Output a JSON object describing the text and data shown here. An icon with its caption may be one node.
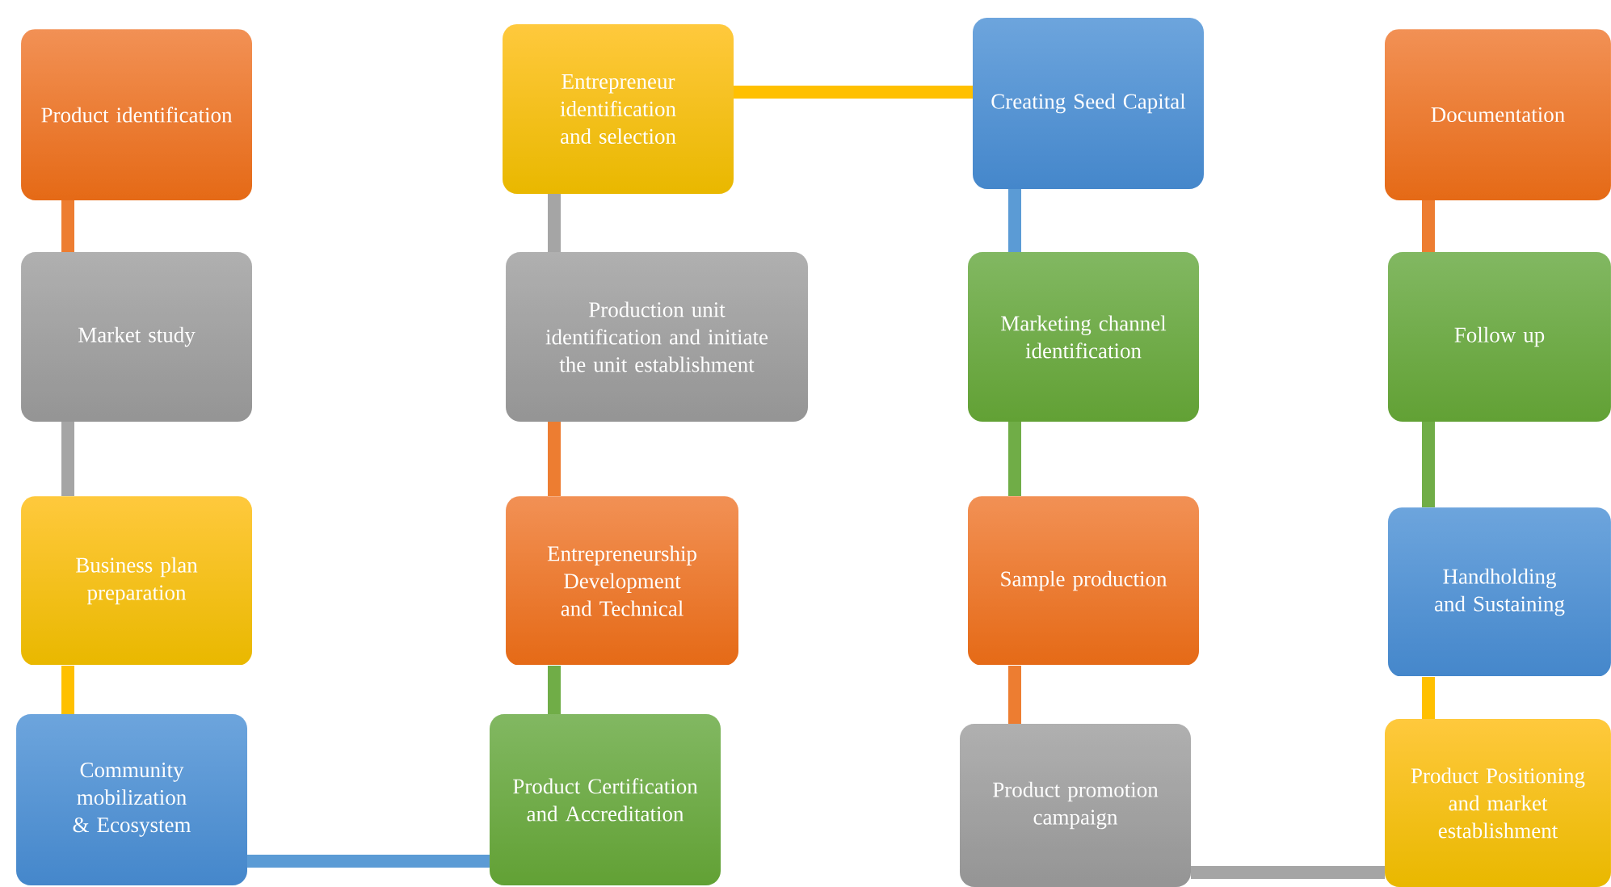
{
  "diagram": {
    "nodes": [
      {
        "text": [
          "Product identification"
        ]
      },
      {
        "text": [
          "Market study"
        ]
      },
      {
        "text": [
          "Business plan preparation"
        ]
      },
      {
        "text": [
          "Community mobilization & Ecosystem"
        ]
      },
      {
        "text": [
          "Entrepreneur identification and selection"
        ]
      },
      {
        "text": [
          "Production unit identification and initiate the unit establishment"
        ]
      },
      {
        "text": [
          "Entrepreneurship Development and Technical"
        ]
      },
      {
        "text": [
          "Product Certification and Accreditation"
        ]
      },
      {
        "text": [
          "Creating Seed Capital"
        ]
      },
      {
        "text": [
          "Marketing channel identification"
        ]
      },
      {
        "text": [
          "Sample production"
        ]
      },
      {
        "text": [
          "Product promotion campaign"
        ]
      },
      {
        "text": [
          "Documentation"
        ]
      },
      {
        "text": [
          "Follow up"
        ]
      },
      {
        "text": [
          "Handholding and Sustaining"
        ]
      },
      {
        "text": [
          "Product Positioning and market establishment"
        ]
      }
    ],
    "edges": [
      {
        "from": 0,
        "to": 1,
        "arrow": "none",
        "color": "#ed7d31"
      },
      {
        "from": 1,
        "to": 2,
        "arrow": "none",
        "color": "#a5a5a5"
      },
      {
        "from": 2,
        "to": 3,
        "arrow": "none",
        "color": "#ffc000"
      },
      {
        "from": 3,
        "to": 7,
        "arrow": "none",
        "color": "#5b9bd5"
      },
      {
        "from": 7,
        "to": 6,
        "arrow": "none",
        "color": "#70ad47"
      },
      {
        "from": 6,
        "to": 5,
        "arrow": "none",
        "color": "#ed7d31"
      },
      {
        "from": 5,
        "to": 4,
        "arrow": "none",
        "color": "#a5a5a5"
      },
      {
        "from": 4,
        "to": 8,
        "arrow": "none",
        "color": "#ffc000"
      },
      {
        "from": 8,
        "to": 9,
        "arrow": "none",
        "color": "#5b9bd5"
      },
      {
        "from": 9,
        "to": 10,
        "arrow": "none",
        "color": "#70ad47"
      },
      {
        "from": 10,
        "to": 11,
        "arrow": "none",
        "color": "#ed7d31"
      },
      {
        "from": 11,
        "to": 15,
        "arrow": "none",
        "color": "#a5a5a5"
      },
      {
        "from": 15,
        "to": 14,
        "arrow": "none",
        "color": "#ffc000"
      },
      {
        "from": 14,
        "to": 13,
        "arrow": "none",
        "color": "#70ad47"
      },
      {
        "from": 13,
        "to": 12,
        "arrow": "none",
        "color": "#ed7d31"
      }
    ]
  }
}
